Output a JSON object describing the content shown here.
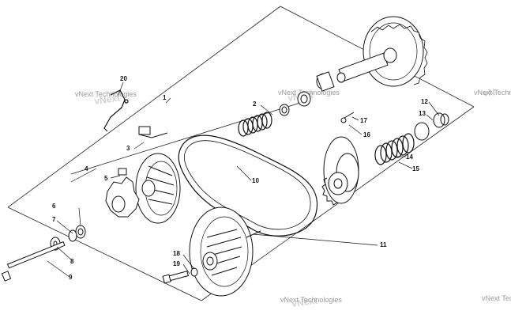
{
  "diagram": {
    "callouts": [
      "1",
      "2",
      "3",
      "4",
      "5",
      "6",
      "7",
      "8",
      "9",
      "10",
      "11",
      "12",
      "13",
      "14",
      "15",
      "16",
      "17",
      "18",
      "19",
      "20"
    ],
    "watermark": "vNext Technologies"
  }
}
